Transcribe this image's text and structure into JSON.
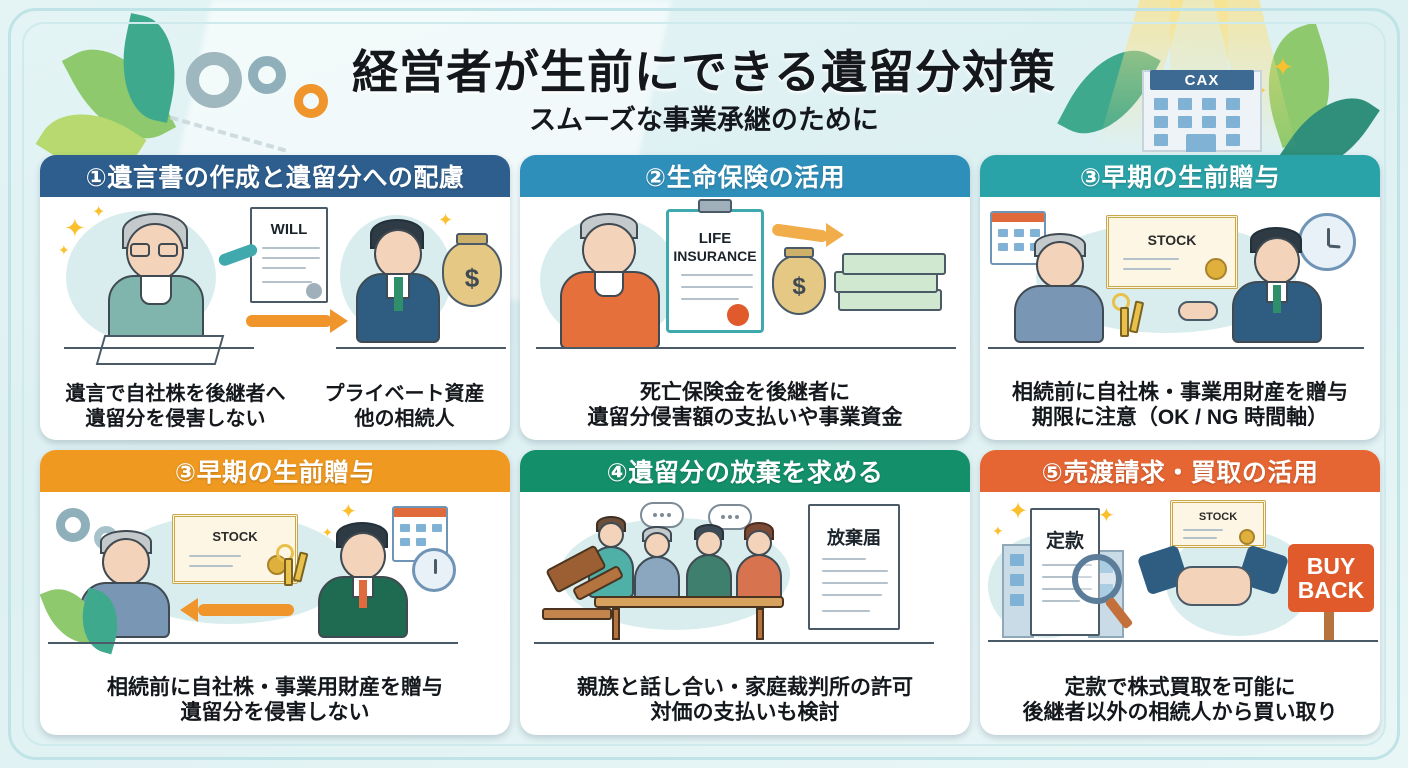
{
  "header": {
    "title": "経営者が生前にできる遺留分対策",
    "subtitle": "スムーズな事業承継のために",
    "building_sign": "CAX"
  },
  "colors": {
    "background": "#e4f4f5",
    "frame": "#bfe3e6",
    "card1_header": "#2d5e8e",
    "card2_header": "#2f8fbb",
    "card3_header": "#2aa3a8",
    "card4_header": "#ef9920",
    "card5_header": "#13906a",
    "card6_header": "#e56633",
    "accent_orange": "#f0952c",
    "accent_teal": "#3fa9ae",
    "text_dark": "#14181c"
  },
  "cards": [
    {
      "number": "①",
      "header": "①遺言書の作成と遺留分への配慮",
      "header_color": "#2d5e8e",
      "captions": [
        {
          "lines": [
            "遺言で自社株を後継者へ",
            "遺留分を侵害しない"
          ]
        },
        {
          "lines": [
            "プライベート資産",
            "他の相続人"
          ]
        }
      ],
      "art_labels": {
        "document": "WILL",
        "money": "$"
      }
    },
    {
      "number": "②",
      "header": "②生命保険の活用",
      "header_color": "#2f8fbb",
      "captions": [
        {
          "lines": [
            "死亡保険金を後継者に",
            "遺留分侵害額の支払いや事業資金"
          ]
        }
      ],
      "art_labels": {
        "document_line1": "LIFE",
        "document_line2": "INSURANCE",
        "money": "$"
      }
    },
    {
      "number": "③",
      "header": "③早期の生前贈与",
      "header_color": "#2aa3a8",
      "captions": [
        {
          "lines": [
            "相続前に自社株・事業用財産を贈与",
            "期限に注意（OK / NG 時間軸）"
          ]
        }
      ],
      "art_labels": {
        "certificate": "STOCK"
      }
    },
    {
      "number": "③",
      "header": "③早期の生前贈与",
      "header_color": "#ef9920",
      "captions": [
        {
          "lines": [
            "相続前に自社株・事業用財産を贈与",
            "遺留分を侵害しない"
          ]
        }
      ],
      "art_labels": {
        "certificate": "STOCK"
      }
    },
    {
      "number": "④",
      "header": "④遺留分の放棄を求める",
      "header_color": "#13906a",
      "captions": [
        {
          "lines": [
            "親族と話し合い・家庭裁判所の許可",
            "対価の支払いも検討"
          ]
        }
      ],
      "art_labels": {
        "document": "放棄届"
      }
    },
    {
      "number": "⑤",
      "header": "⑤売渡請求・買取の活用",
      "header_color": "#e56633",
      "captions": [
        {
          "lines": [
            "定款で株式買取を可能に",
            "後継者以外の相続人から買い取り"
          ]
        }
      ],
      "art_labels": {
        "document": "定款",
        "certificate": "STOCK",
        "sign_line1": "BUY",
        "sign_line2": "BACK"
      }
    }
  ]
}
